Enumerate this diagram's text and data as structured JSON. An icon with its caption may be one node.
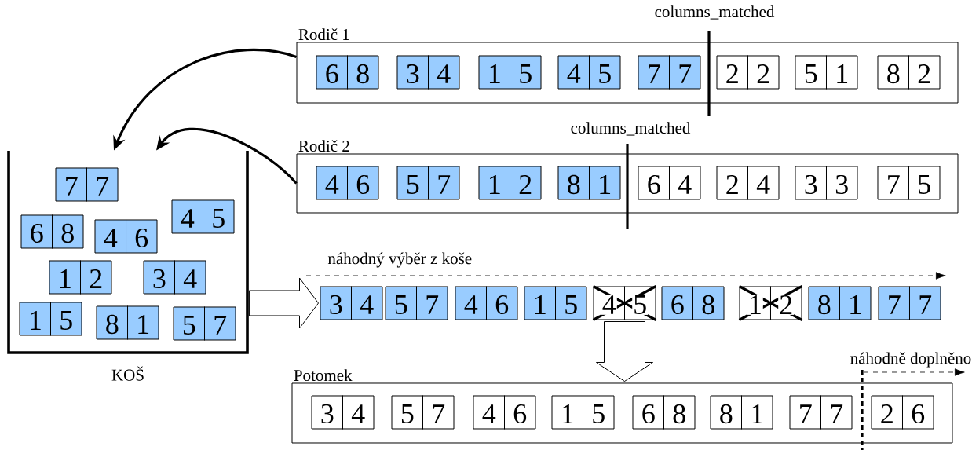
{
  "diagram": {
    "nodes": [
      {
        "text": [
          "Rodič 1"
        ]
      },
      {
        "text": [
          "6",
          "8"
        ],
        "in": 0
      },
      {
        "text": [
          "3",
          "4"
        ],
        "in": 0
      },
      {
        "text": [
          "1",
          "5"
        ],
        "in": 0
      },
      {
        "text": [
          "4",
          "5"
        ],
        "in": 0
      },
      {
        "text": [
          "7",
          "7"
        ],
        "in": 0
      },
      {
        "text": [
          "2",
          "2"
        ],
        "in": 0
      },
      {
        "text": [
          "5",
          "1"
        ],
        "in": 0
      },
      {
        "text": [
          "8",
          "2"
        ],
        "in": 0
      },
      {
        "text": [
          "Rodič 2"
        ]
      },
      {
        "text": [
          "4",
          "6"
        ],
        "in": 9
      },
      {
        "text": [
          "5",
          "7"
        ],
        "in": 9
      },
      {
        "text": [
          "1",
          "2"
        ],
        "in": 9
      },
      {
        "text": [
          "8",
          "1"
        ],
        "in": 9
      },
      {
        "text": [
          "6",
          "4"
        ],
        "in": 9
      },
      {
        "text": [
          "2",
          "4"
        ],
        "in": 9
      },
      {
        "text": [
          "3",
          "3"
        ],
        "in": 9
      },
      {
        "text": [
          "7",
          "5"
        ],
        "in": 9
      },
      {
        "text": [
          "KOŠ"
        ]
      },
      {
        "text": [
          "7",
          "7"
        ],
        "in": 18
      },
      {
        "text": [
          "4",
          "5"
        ],
        "in": 18
      },
      {
        "text": [
          "6",
          "8"
        ],
        "in": 18
      },
      {
        "text": [
          "4",
          "6"
        ],
        "in": 18
      },
      {
        "text": [
          "1",
          "2"
        ],
        "in": 18
      },
      {
        "text": [
          "3",
          "4"
        ],
        "in": 18
      },
      {
        "text": [
          "1",
          "5"
        ],
        "in": 18
      },
      {
        "text": [
          "8",
          "1"
        ],
        "in": 18
      },
      {
        "text": [
          "5",
          "7"
        ],
        "in": 18
      },
      {
        "text": [
          "3",
          "4"
        ]
      },
      {
        "text": [
          "5",
          "7"
        ]
      },
      {
        "text": [
          "4",
          "6"
        ]
      },
      {
        "text": [
          "1",
          "5"
        ]
      },
      {
        "text": [
          "4",
          "5"
        ]
      },
      {
        "text": [
          "6",
          "8"
        ]
      },
      {
        "text": [
          "1",
          "2"
        ]
      },
      {
        "text": [
          "8",
          "1"
        ]
      },
      {
        "text": [
          "7",
          "7"
        ]
      },
      {
        "text": [
          "Potomek"
        ]
      },
      {
        "text": [
          "3",
          "4"
        ],
        "in": 37
      },
      {
        "text": [
          "5",
          "7"
        ],
        "in": 37
      },
      {
        "text": [
          "4",
          "6"
        ],
        "in": 37
      },
      {
        "text": [
          "1",
          "5"
        ],
        "in": 37
      },
      {
        "text": [
          "6",
          "8"
        ],
        "in": 37
      },
      {
        "text": [
          "8",
          "1"
        ],
        "in": 37
      },
      {
        "text": [
          "7",
          "7"
        ],
        "in": 37
      },
      {
        "text": [
          "2",
          "6"
        ],
        "in": 37
      }
    ],
    "edges": [
      {
        "from": 0,
        "to": 18,
        "arrow": "to"
      },
      {
        "from": 9,
        "to": 18,
        "arrow": "to"
      },
      {
        "from": 18,
        "to": 28,
        "arrow": "to"
      },
      {
        "from": 32,
        "to": 37,
        "arrow": "to"
      }
    ],
    "labels": [
      "columns_matched",
      "columns_matched",
      "náhodný výběr z koše",
      "náhodně doplněno"
    ]
  }
}
